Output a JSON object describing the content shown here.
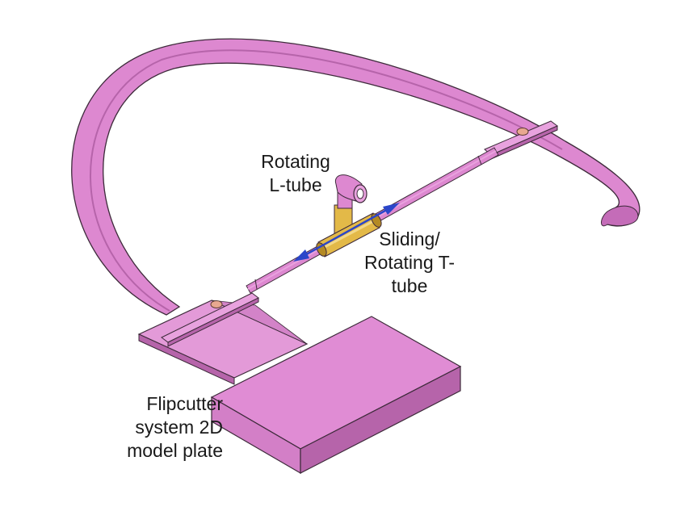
{
  "labels": {
    "l_tube": [
      "Rotating",
      "L-tube"
    ],
    "t_tube": [
      "Sliding/",
      "Rotating T-",
      "tube"
    ],
    "plate": [
      "Flipcutter",
      "system 2D",
      "model plate"
    ]
  },
  "colors": {
    "frame_pink": "#dd88d0",
    "frame_pink_dark": "#b664aa",
    "frame_pink_light": "#e8a2de",
    "outline": "#3d2a3a",
    "tube_gold": "#e3b948",
    "tube_gold_dark": "#b48a24",
    "pin_copper": "#e8a890",
    "arrow_blue": "#2b46c9"
  },
  "icons": {
    "double_arrow": "double-headed-arrow"
  }
}
